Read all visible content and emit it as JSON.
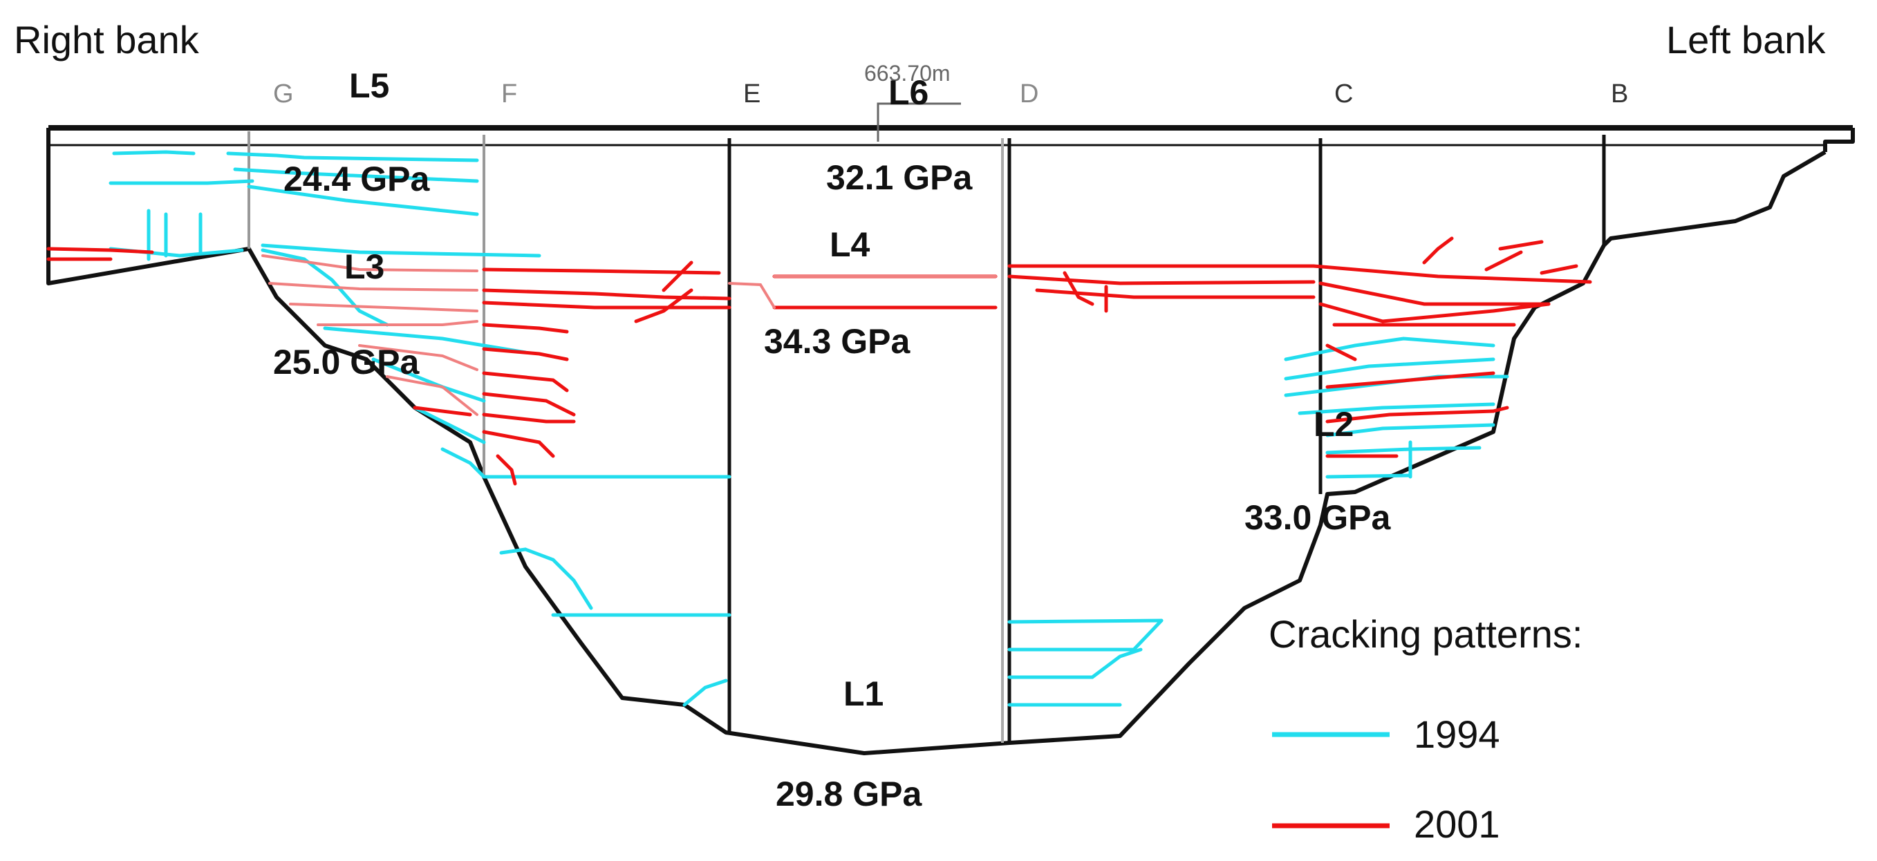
{
  "banks": {
    "right": "Right bank",
    "left": "Left bank"
  },
  "columns": [
    {
      "id": "g",
      "label": "G"
    },
    {
      "id": "f",
      "label": "F"
    },
    {
      "id": "e",
      "label": "E"
    },
    {
      "id": "d",
      "label": "D"
    },
    {
      "id": "c",
      "label": "C"
    },
    {
      "id": "b",
      "label": "B"
    }
  ],
  "elevation_label": "663.70m",
  "zones": [
    {
      "id": "l1",
      "label": "L1",
      "modulus": "29.8 GPa"
    },
    {
      "id": "l2",
      "label": "L2",
      "modulus": "33.0 GPa"
    },
    {
      "id": "l3",
      "label": "L3",
      "modulus": "25.0 GPa"
    },
    {
      "id": "l4",
      "label": "L4",
      "modulus": "34.3 GPa"
    },
    {
      "id": "l5",
      "label": "L5",
      "modulus": "24.4 GPa"
    },
    {
      "id": "l6",
      "label": "L6",
      "modulus": "32.1 GPa"
    }
  ],
  "legend": {
    "title": "Cracking patterns:",
    "items": [
      {
        "label": "1994",
        "color": "#22DDEE"
      },
      {
        "label": "2001",
        "color": "#EE1111"
      }
    ]
  },
  "colors": {
    "crack_1994": "#22DDEE",
    "crack_2001": "#EE1111",
    "crack_2001_light": "#F08080",
    "dam_outline": "#111111"
  }
}
